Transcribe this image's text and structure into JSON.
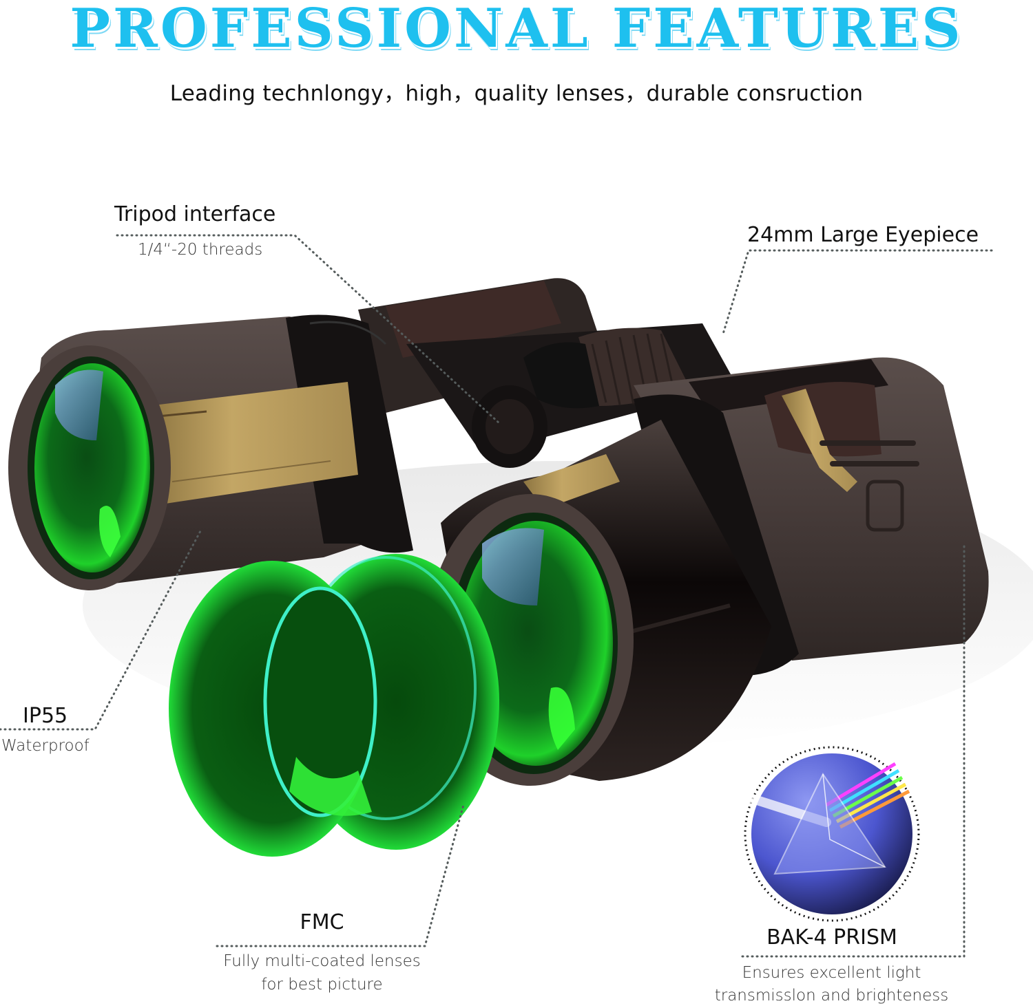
{
  "header": {
    "title": "PROFESSIONAL FEATURES",
    "subtitle": "Leading technlongy，high，quality lenses，durable consruction"
  },
  "colors": {
    "title": "#1ec0ef",
    "body_brown": "#4a3f3d",
    "leather": "#3e2a27",
    "gold_paint": "#b59a5a",
    "lens_green": "#1fd12a",
    "prism_blue": "#5a66d8",
    "leader_line": "#555c5c"
  },
  "callouts": {
    "tripod": {
      "title": "Tripod interface",
      "detail": "1/4“-20 threads"
    },
    "eyepiece": {
      "title": "24mm Large Eyepiece"
    },
    "ip55": {
      "title": "IP55",
      "detail": "Waterproof"
    },
    "fmc": {
      "title": "FMC",
      "detail_line1": "Fully multi-coated lenses",
      "detail_line2": "for best picture"
    },
    "prism": {
      "title": "BAK-4 PRISM",
      "detail_line1": "Ensures excellent light",
      "detail_line2": "transmisslon and brighteness"
    }
  },
  "icons": {
    "binoculars": "binoculars-illustration",
    "lenses": "lens-elements-illustration",
    "prism": "prism-badge-illustration"
  }
}
